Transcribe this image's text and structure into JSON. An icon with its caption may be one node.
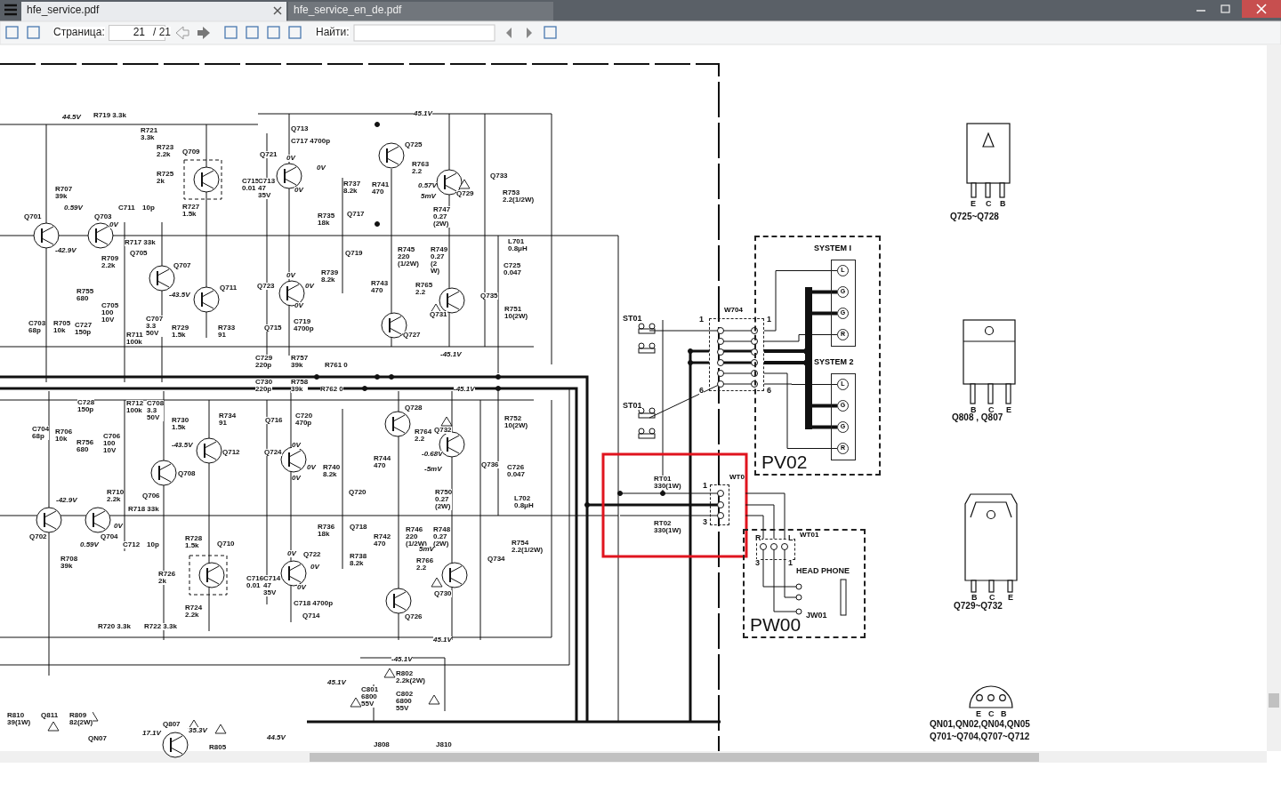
{
  "diagram": {
    "nodes": [
      {
        "text": [
          "PV02"
        ]
      },
      {
        "text": [
          "SYSTEM I"
        ],
        "in": 0
      },
      {
        "text": [
          "L"
        ],
        "in": 1
      },
      {
        "text": [
          "G"
        ],
        "in": 1
      },
      {
        "text": [
          "G"
        ],
        "in": 1
      },
      {
        "text": [
          "R"
        ],
        "in": 1
      },
      {
        "text": [
          "SYSTEM 2"
        ],
        "in": 0
      },
      {
        "text": [
          "L"
        ],
        "in": 6
      },
      {
        "text": [
          "G"
        ],
        "in": 6
      },
      {
        "text": [
          "G"
        ],
        "in": 6
      },
      {
        "text": [
          "R"
        ],
        "in": 6
      },
      {
        "text": [
          "PW00"
        ]
      },
      {
        "text": [
          "W704"
        ]
      },
      {
        "text": [],
        "shape": "bar",
        "in": 0
      },
      {
        "text": [
          "WT0"
        ]
      },
      {
        "text": [
          "WT01"
        ],
        "in": 11
      }
    ],
    "edges": [
      {
        "from": 12,
        "to": 2,
        "arrow": "none"
      },
      {
        "from": 12,
        "to": 5,
        "arrow": "none"
      },
      {
        "from": 12,
        "to": 7,
        "arrow": "none"
      },
      {
        "from": 12,
        "to": 10,
        "arrow": "none"
      },
      {
        "from": 12,
        "to": 13,
        "arrow": "other",
        "style": "thick"
      },
      {
        "from": 12,
        "to": 13,
        "arrow": "other",
        "style": "thick"
      },
      {
        "from": 13,
        "to": 3,
        "arrow": "none",
        "style": "thick"
      },
      {
        "from": 13,
        "to": 4,
        "arrow": "none",
        "style": "thick"
      },
      {
        "from": 13,
        "to": 8,
        "arrow": "none",
        "style": "thick"
      },
      {
        "from": 13,
        "to": 9,
        "arrow": "none",
        "style": "thick"
      },
      {
        "from": 14,
        "to": 15,
        "arrow": "none"
      },
      {
        "from": 14,
        "to": 15,
        "arrow": "none"
      },
      {
        "from": 14,
        "to": 15,
        "arrow": "none"
      }
    ],
    "labels": [
      "hfe_service.pdf",
      "hfe_service_en_de.pdf",
      "Страница:",
      "21",
      "/ 21",
      "Найти:",
      "44.5V",
      "R719 3.3k",
      "R721 3.3k",
      "R723 2.2k",
      "Q709",
      "R725 2k",
      "Q713",
      "C717 4700p",
      "Q721",
      "0V",
      "0V",
      "C715 0.01",
      "C713 47 35V",
      "0V",
      "R737 8.2k",
      "R707 39k",
      "R727 1.5k",
      "0.59V",
      "C711",
      "10p",
      "Q701",
      "Q703",
      "0V",
      "R735 18k",
      "Q717",
      "R717 33k",
      "-42.9V",
      "Q705",
      "R709 2.2k",
      "Q719",
      "Q707",
      "R739 8.2k",
      "0V",
      "Q723",
      "0V",
      "Q711",
      "R755 680",
      "-43.5V",
      "0V",
      "C705 100 10V",
      "C703 68p",
      "R705 10k",
      "C727 150p",
      "R711 100k",
      "C707 3.3 50V",
      "R729 1.5k",
      "R733 91",
      "Q715",
      "C719 4700p",
      "45.1V",
      "Q725",
      "R763 2.2",
      "Q733",
      "R741 470",
      "0.57V",
      "5mV",
      "Q729",
      "R753 2.2(1/2W)",
      "R747 0.27 (2W)",
      "L701 0.8μH",
      "R745 220 (1/2W)",
      "R749 0.27 (2 W)",
      "C725 0.047",
      "R743 470",
      "R765 2.2",
      "Q735",
      "R751 10(2W)",
      "Q731",
      "ST01",
      "1",
      "1",
      "Q727",
      "-45.1V",
      "C729 220p",
      "R757 39k",
      "R761 0",
      "C730 220p",
      "R758 39k",
      "R762 0",
      "-45.1V",
      "6",
      "6",
      "C728 150p",
      "R712 100k",
      "C708 3.3 50V",
      "Q728",
      "ST01",
      "R730 1.5k",
      "R734 91",
      "Q716",
      "C720 470p",
      "R752 10(2W)",
      "C704 68p",
      "R706 10k",
      "C706 100 10V",
      "R764 2.2",
      "Q732",
      "R756 680",
      "-43.5V",
      "0V",
      "Q712",
      "Q724",
      "-0.68V",
      "R744 470",
      "0V",
      "R740 8.2k",
      "-5mV",
      "Q736",
      "C726 0.047",
      "Q708",
      "0V",
      "RT01 330(1W)",
      "1",
      "R710 2.2k",
      "R750 0.27 (2W)",
      "Q706",
      "Q720",
      "L702 0.8μH",
      "-42.9V",
      "R718 33k",
      "3",
      "RT02 330(1W)",
      "0V",
      "Q718",
      "R736 18k",
      "R746 220 (1/2W)",
      "R748 0.27 (2W)",
      "Q702",
      "Q704",
      "R742 470",
      "R",
      "L",
      "R728 1.5k",
      "R754 2.2(1/2W)",
      "0.59V",
      "C712",
      "10p",
      "Q710",
      "5mV",
      "R708 39k",
      "0V",
      "Q722",
      "R738 8.2k",
      "R766 2.2",
      "Q734",
      "3",
      "1",
      "0V",
      "HEAD PHONE",
      "R726 2k",
      "C716 0.01",
      "C714 47 35V",
      "0V",
      "Q730",
      "C718 4700p",
      "R724 2.2k",
      "Q714",
      "Q726",
      "JW01",
      "R720 3.3k",
      "R722 3.3k",
      "45.1V",
      "-45.1V",
      "R802 2.2k(2W)",
      "45.1V",
      "C801 6800 55V",
      "C802 6800 55V",
      "R810 39(1W)",
      "Q811",
      "R809 82(2W)",
      "Q807",
      "35.3V",
      "17.1V",
      "QN07",
      "44.5V",
      "J808",
      "J810",
      "R805",
      "E",
      "C",
      "B",
      "Q725~Q728",
      "B",
      "C",
      "E",
      "Q808 , Q807",
      "B",
      "C",
      "E",
      "Q729~Q732",
      "E",
      "C",
      "B",
      "QN01,QN02,QN04,QN05",
      "Q701~Q704,Q707~Q712"
    ]
  }
}
